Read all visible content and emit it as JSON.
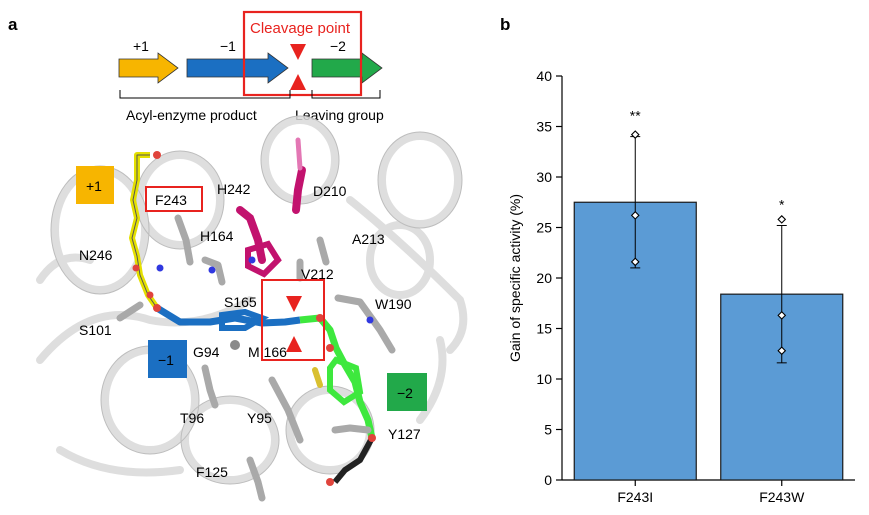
{
  "panels": {
    "a": "a",
    "b": "b"
  },
  "scheme": {
    "cleavage_label": "Cleavage point",
    "subsite_plus1": "+1",
    "subsite_minus1": "−1",
    "subsite_minus2": "−2",
    "acyl_label": "Acyl-enzyme product",
    "leaving_label": "Leaving group"
  },
  "structure": {
    "box_plus1": "+1",
    "box_minus1": "−1",
    "box_minus2": "−2",
    "residues": {
      "F243": "F243",
      "H242": "H242",
      "D210": "D210",
      "H164": "H164",
      "A213": "A213",
      "N246": "N246",
      "V212": "V212",
      "S165": "S165",
      "W190": "W190",
      "S101": "S101",
      "G94": "G94",
      "M166": "M 166",
      "T96": "T96",
      "Y95": "Y95",
      "Y127": "Y127",
      "F125": "F125"
    }
  },
  "colors": {
    "plus1": "#f7b500",
    "minus1": "#1b6fc2",
    "minus2": "#22a94a",
    "red": "#e8231f",
    "bar": "#5b9bd5",
    "magenta": "#c2126e"
  },
  "chart_data": {
    "type": "bar",
    "categories": [
      "F243I",
      "F243W"
    ],
    "values": [
      27.5,
      18.4
    ],
    "errors": [
      6.5,
      6.8
    ],
    "points": [
      [
        34.2,
        26.2,
        21.6
      ],
      [
        25.8,
        16.3,
        12.8
      ]
    ],
    "significance": [
      "**",
      "*"
    ],
    "ylabel": "Gain of specific activity (%)",
    "ylim": [
      0,
      40
    ],
    "yticks": [
      0,
      5,
      10,
      15,
      20,
      25,
      30,
      35,
      40
    ]
  }
}
